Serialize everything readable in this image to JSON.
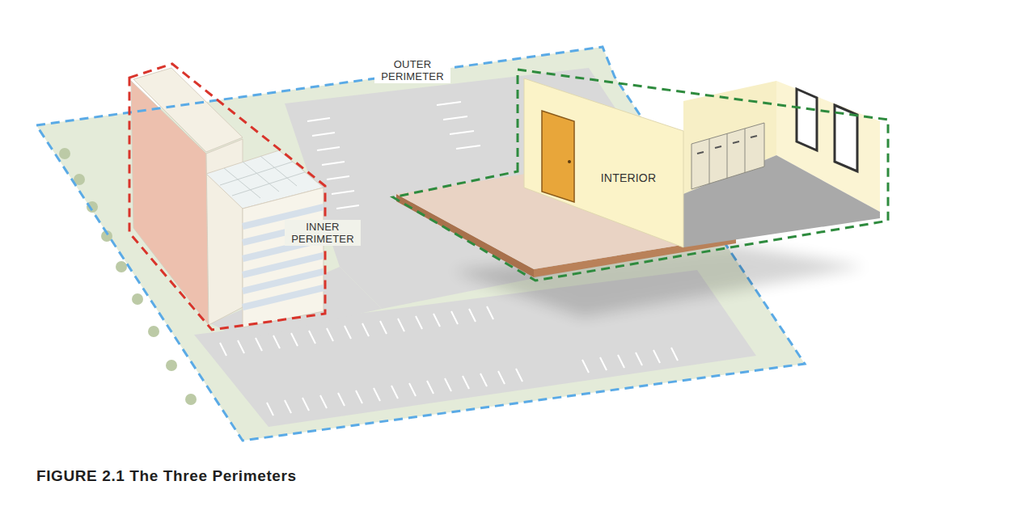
{
  "diagram": {
    "caption": "FIGURE 2.1 The Three Perimeters",
    "nodes": [
      {
        "text": [
          "OUTER PERIMETER"
        ]
      },
      {
        "text": [
          "INNER PERIMETER"
        ],
        "in": 0
      },
      {
        "text": [
          "INTERIOR"
        ],
        "in": 0
      }
    ]
  }
}
